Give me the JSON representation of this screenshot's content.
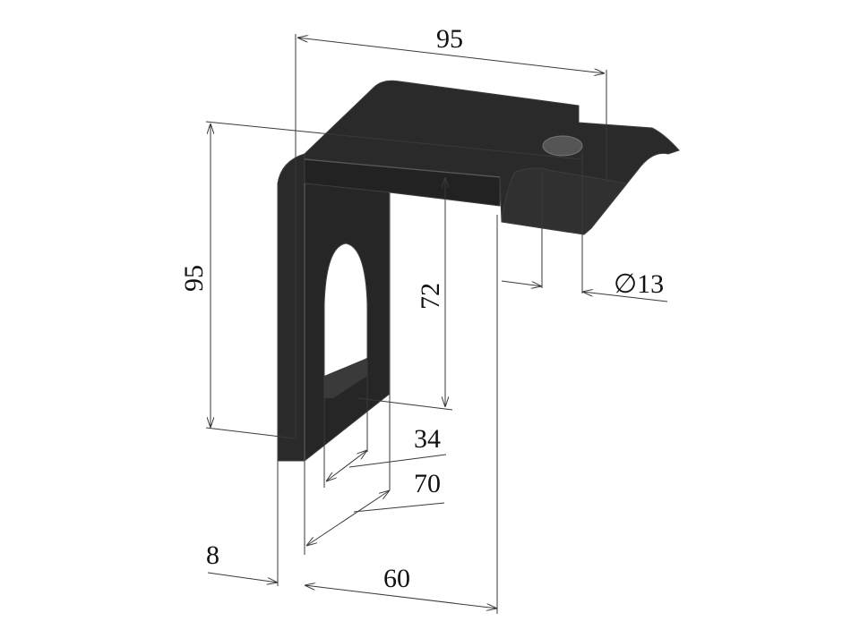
{
  "drawing": {
    "part_color": "#2a2a2a",
    "dimensions": {
      "top_width": "95",
      "left_height": "95",
      "inner_height": "72",
      "hole_diameter": "∅13",
      "slot_width": "34",
      "slot_length": "70",
      "thickness": "8",
      "plate_width": "60"
    }
  }
}
